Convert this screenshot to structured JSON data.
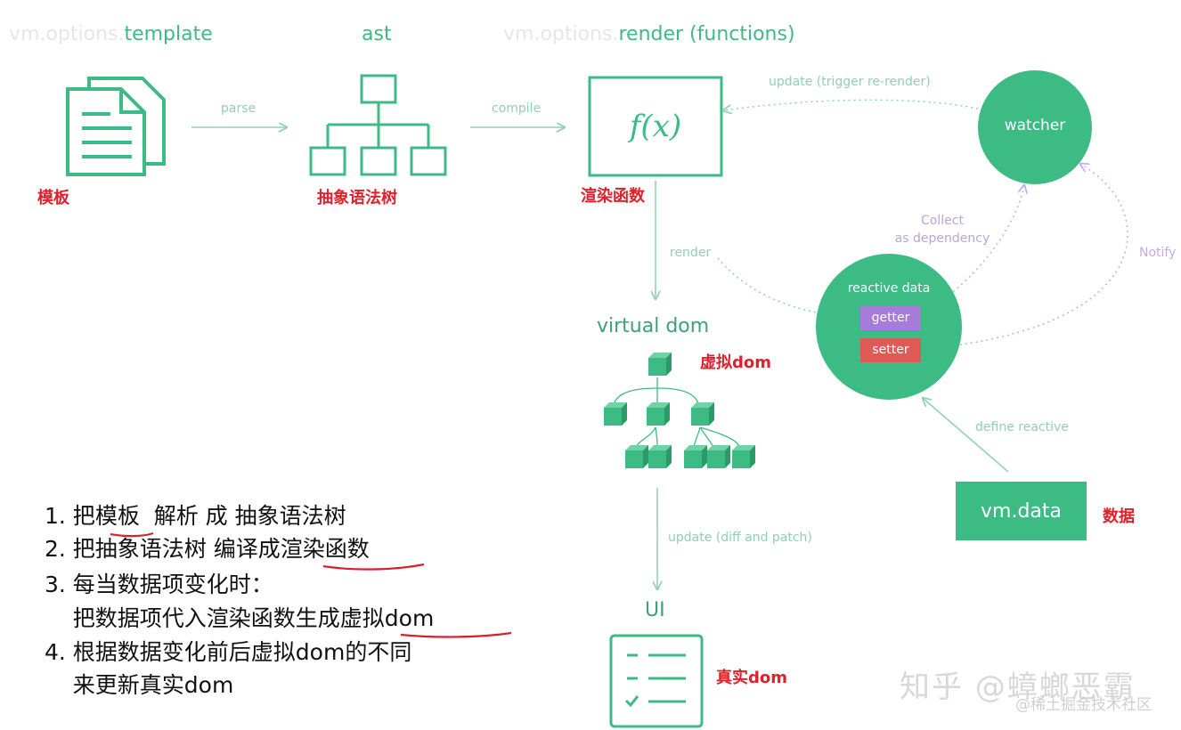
{
  "header": {
    "template_prefix": "vm.options.",
    "template_suffix": "template",
    "ast": "ast",
    "render_prefix": "vm.options.",
    "render_suffix": "render (functions)"
  },
  "nodes": {
    "template_cn": "模板",
    "ast_cn": "抽象语法树",
    "render_fn_text": "f(x)",
    "render_fn_cn": "渲染函数",
    "watcher": "watcher",
    "virtual_dom": "virtual dom",
    "virtual_dom_cn": "虚拟dom",
    "reactive_data": "reactive data",
    "getter": "getter",
    "setter": "setter",
    "ui": "UI",
    "ui_cn": "真实dom",
    "vm_data": "vm.data",
    "vm_data_cn": "数据"
  },
  "edges": {
    "parse": "parse",
    "compile": "compile",
    "update_trigger": "update (trigger re-render)",
    "collect": "Collect\nas dependency",
    "notify": "Notify",
    "render": "render",
    "define_reactive": "define reactive",
    "update_diff": "update (diff and patch)"
  },
  "notes": {
    "l1_a": "1. 把",
    "l1_b": "模板",
    "l1_c": "  解析 成 抽象语法树",
    "l2_a": "2. 把抽象语法树 编译成",
    "l2_b": "渲染函数",
    "l3": "3. 每当数据项变化时：",
    "l3b_a": "    把数据项代入渲染函数生成",
    "l3b_b": "虚拟dom",
    "l4": "4. 根据数据变化前后虚拟dom的不同",
    "l4b": "    来更新真实dom"
  },
  "watermark": {
    "main": "知乎 @蟑螂恶霸",
    "sub": "@稀土掘金技术社区"
  },
  "colors": {
    "green": "#3dbb84",
    "light_green": "#8fd0b3",
    "getter": "#a77bd8",
    "setter": "#e05a55",
    "red_label": "#e0202b"
  }
}
